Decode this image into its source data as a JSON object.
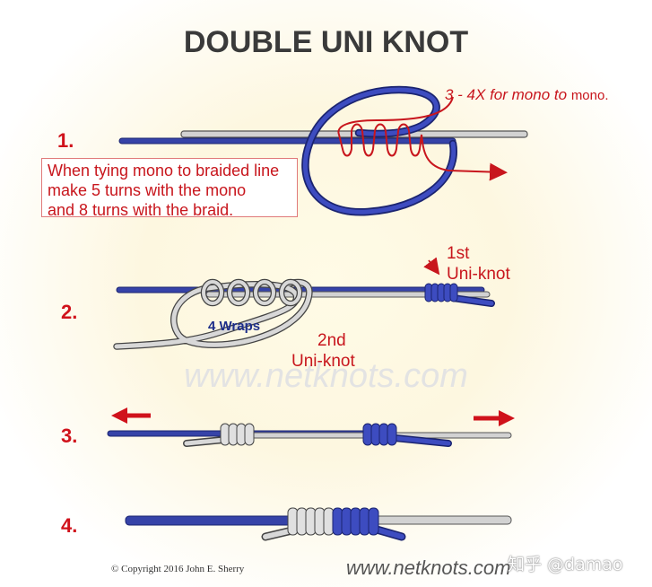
{
  "title": "DOUBLE UNI KNOT",
  "steps": {
    "s1": "1.",
    "s2": "2.",
    "s3": "3.",
    "s4": "4."
  },
  "note_lines": [
    "When tying mono to braided line",
    "make 5 turns with the mono",
    "and 8 turns with the braid."
  ],
  "hint_main": "3 - 4X for mono to",
  "hint_end": "mono.",
  "first_knot": [
    "1st",
    "Uni-knot"
  ],
  "second_knot": [
    "2nd",
    "Uni-knot"
  ],
  "wraps_label": "4 Wraps",
  "watermark": "www.netknots.com",
  "copyright": "©  Copyright  2016  John E. Sherry",
  "site": "www.netknots.com",
  "brand": "知乎 @damao",
  "colors": {
    "blue_line": "#2e3a9e",
    "gray_line": "#c8c8c8",
    "red": "#c8161d",
    "arrow": "#d0121b"
  }
}
